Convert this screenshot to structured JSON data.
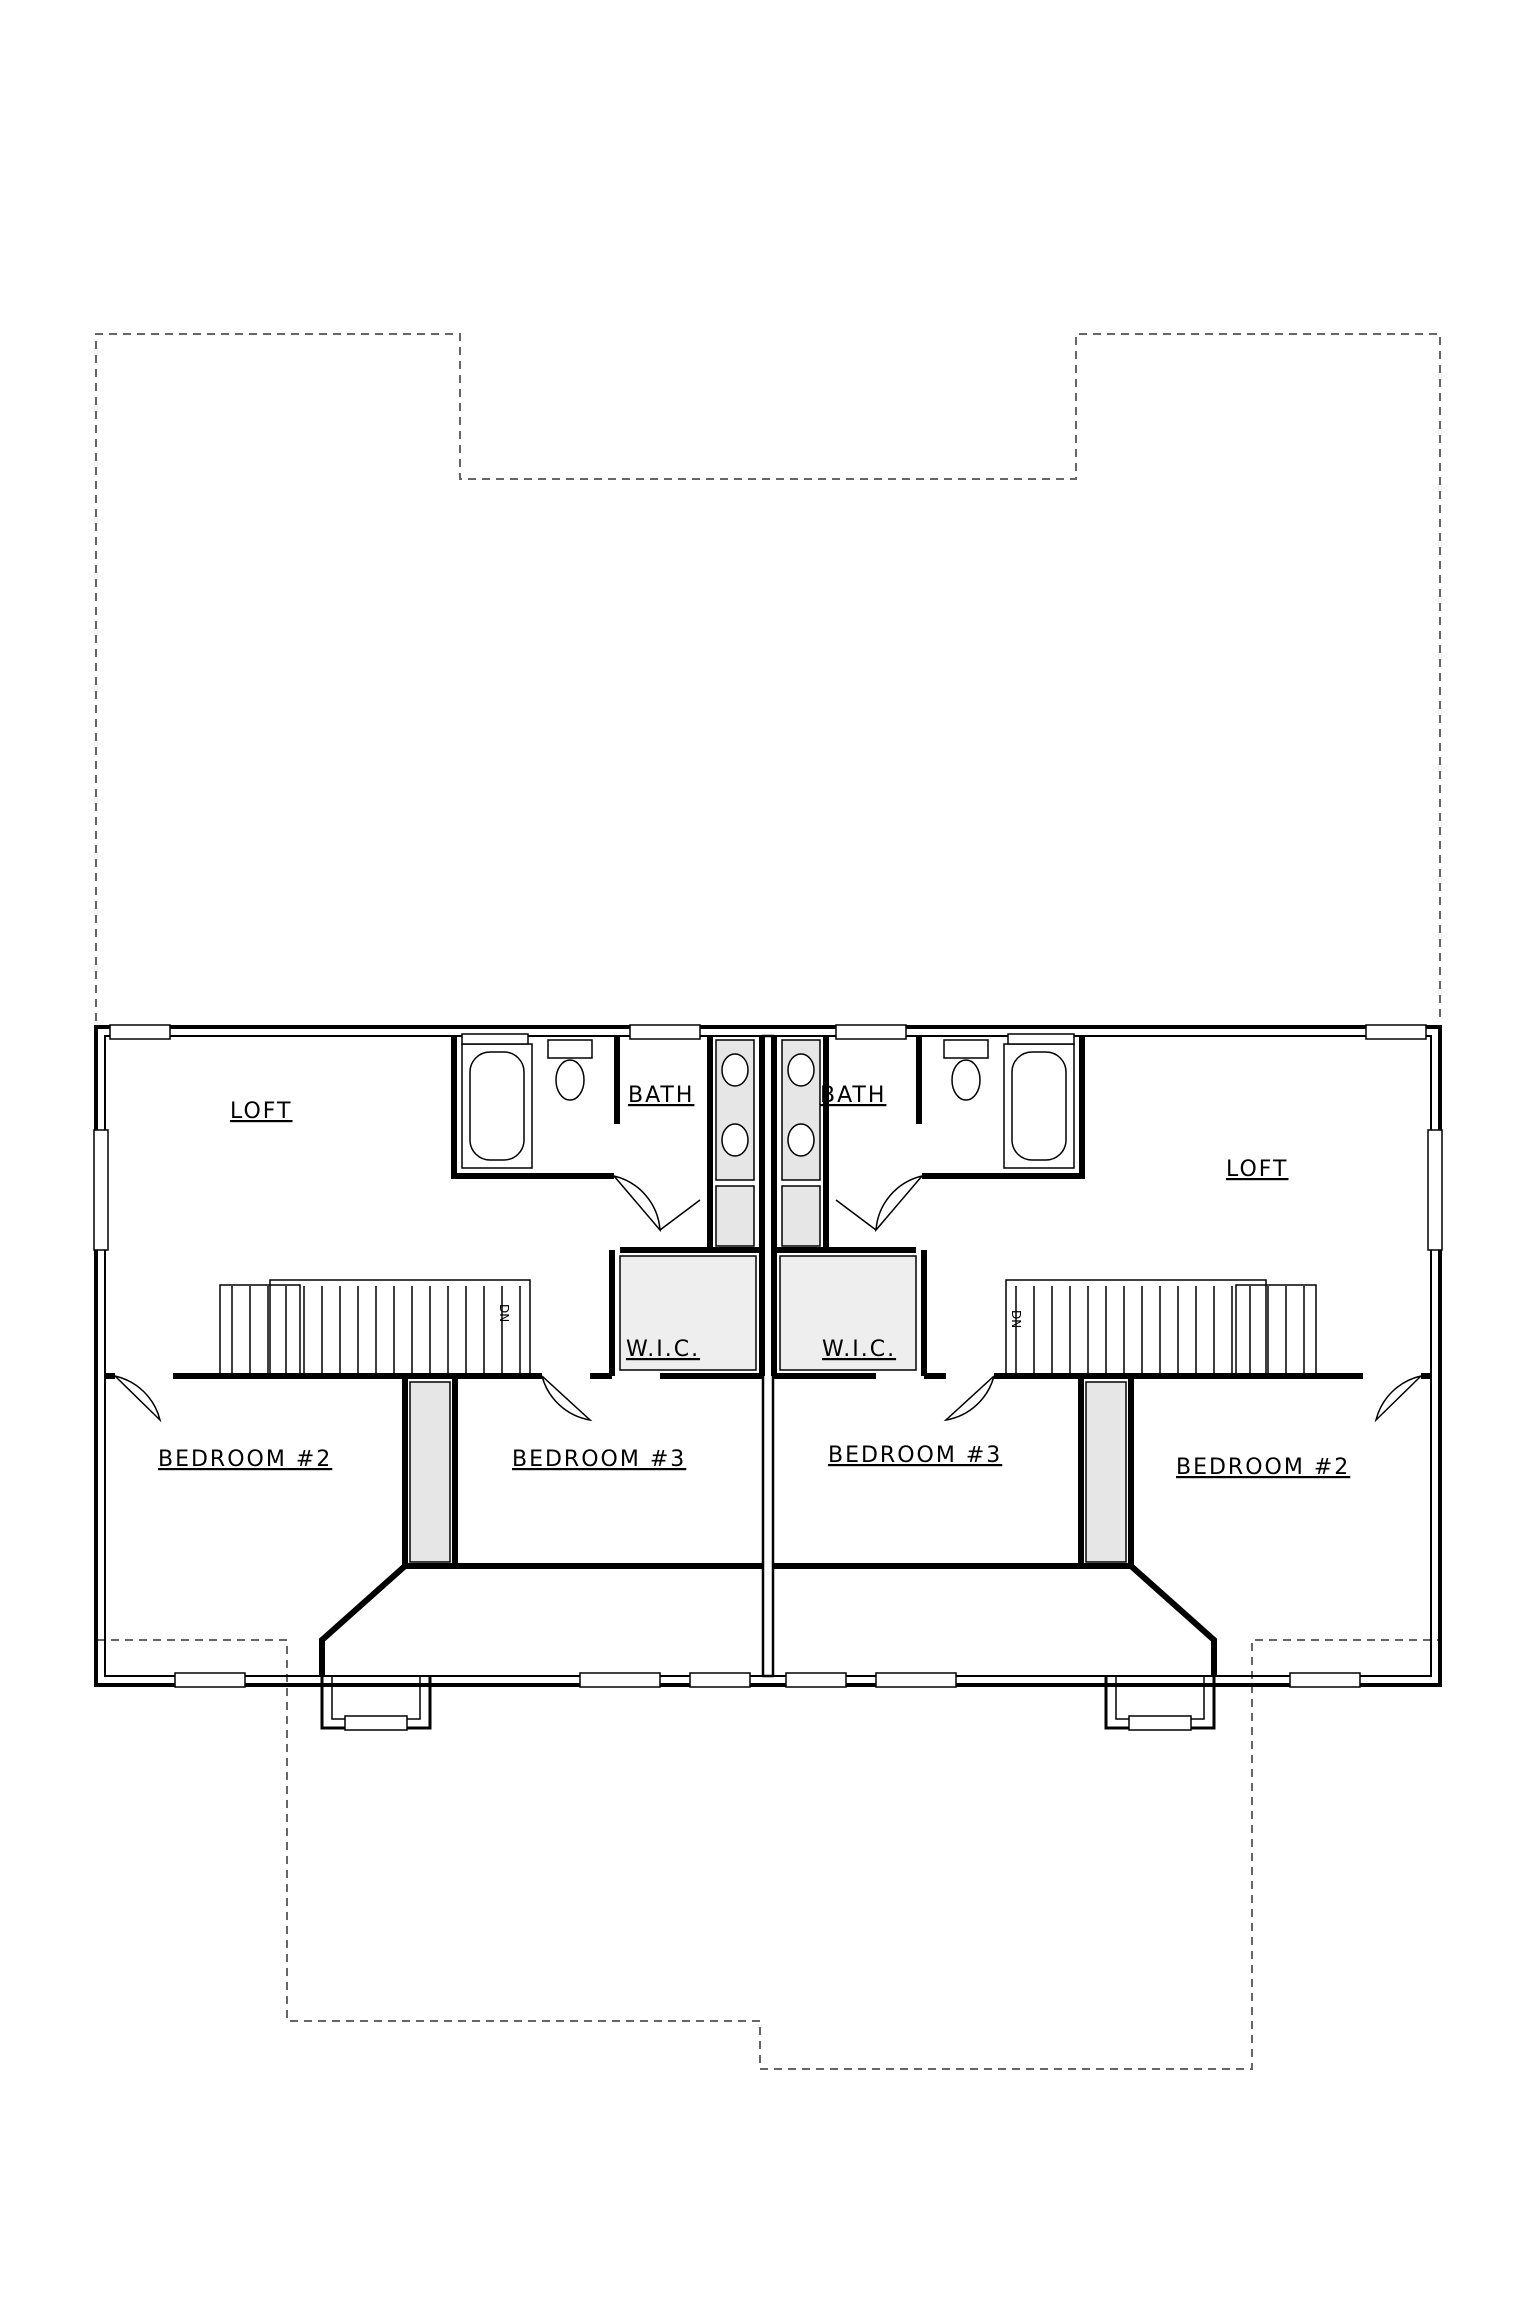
{
  "plan": {
    "unit_left": {
      "loft": "LOFT",
      "bath": "BATH",
      "wic": "W.I.C.",
      "bedroom3": "BEDROOM #3",
      "bedroom2": "BEDROOM #2",
      "stair_dn": "DN"
    },
    "unit_right": {
      "loft": "LOFT",
      "bath": "BATH",
      "wic": "W.I.C.",
      "bedroom3": "BEDROOM #3",
      "bedroom2": "BEDROOM #2",
      "stair_dn": "DN"
    }
  }
}
